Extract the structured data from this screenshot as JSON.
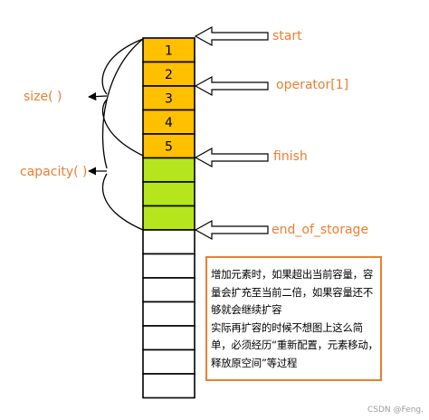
{
  "colors": {
    "used": "#ffc000",
    "reserved": "#b5e61d",
    "empty": "#ffffff",
    "label": "#ed7d31",
    "stroke": "#000000"
  },
  "cells": {
    "used_labels": [
      "1",
      "2",
      "3",
      "4",
      "5"
    ],
    "reserved_count": 3,
    "empty_count": 7
  },
  "labels": {
    "start": "start",
    "operator": "operator[1]",
    "finish": "finish",
    "end_of_storage": "end_of_storage",
    "size": "size( )",
    "capacity": "capacity( )"
  },
  "note": {
    "lines": [
      "增加元素时，如果超出当前容量，容量会扩充至当前二倍，如果容量还不够就会继续扩容",
      "实际再扩容的时候不想图上这么简单，必须经历“重新配置，元素移动，释放原空间”等过程"
    ]
  },
  "watermark": "CSDN @Feng."
}
